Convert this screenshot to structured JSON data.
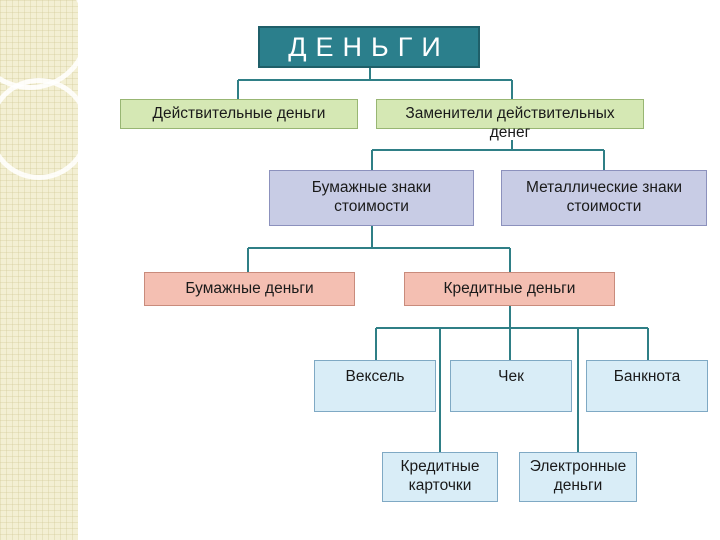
{
  "diagram": {
    "root": "ДЕНЬГИ",
    "level1": {
      "left": "Действительные деньги",
      "right": "Заменители действительных денег"
    },
    "level2": {
      "left": "Бумажные знаки стоимости",
      "right": "Металлические знаки стоимости"
    },
    "level3": {
      "left": "Бумажные деньги",
      "right": "Кредитные деньги"
    },
    "level4": {
      "a": "Вексель",
      "b": "Чек",
      "c": "Банкнота"
    },
    "level5": {
      "left": "Кредитные карточки",
      "right": "Электронные деньги"
    }
  },
  "colors": {
    "title": "#2b7f8c",
    "green": "#d5e8b4",
    "violet": "#c8cce5",
    "salmon": "#f4bfb2",
    "blue": "#d9edf7",
    "connector": "#2f7f86"
  }
}
